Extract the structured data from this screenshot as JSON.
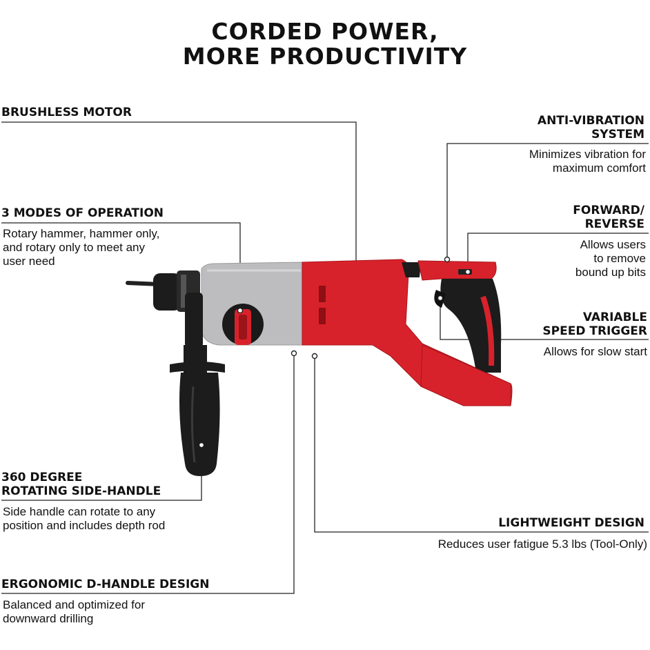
{
  "title": {
    "line1": "CORDED POWER,",
    "line2": "MORE PRODUCTIVITY"
  },
  "callouts": {
    "brushless": {
      "heading": "BRUSHLESS MOTOR"
    },
    "modes": {
      "heading": "3 MODES OF OPERATION",
      "desc1": "Rotary hammer, hammer only,",
      "desc2": "and rotary only to meet any",
      "desc3": "user need"
    },
    "side_handle": {
      "heading1": "360 DEGREE",
      "heading2": "ROTATING SIDE-HANDLE",
      "desc1": "Side handle can rotate to any",
      "desc2": "position and includes depth rod"
    },
    "d_handle": {
      "heading": "ERGONOMIC D-HANDLE DESIGN",
      "desc1": "Balanced and optimized for",
      "desc2": "downward drilling"
    },
    "anti_vibration": {
      "heading1": "ANTI-VIBRATION",
      "heading2": "SYSTEM",
      "desc1": "Minimizes vibration for",
      "desc2": "maximum comfort"
    },
    "forward_reverse": {
      "heading1": "FORWARD/",
      "heading2": "REVERSE",
      "desc1": "Allows users",
      "desc2": "to remove",
      "desc3": "bound up bits"
    },
    "trigger": {
      "heading1": "VARIABLE",
      "heading2": "SPEED TRIGGER",
      "desc": "Allows for slow start"
    },
    "lightweight": {
      "heading": "LIGHTWEIGHT DESIGN",
      "desc": "Reduces user fatigue 5.3 lbs (Tool-Only)"
    }
  },
  "colors": {
    "tool_red": "#d8222b",
    "tool_gray": "#b9b9bb",
    "tool_black": "#1c1c1c",
    "leader": "#222222"
  }
}
